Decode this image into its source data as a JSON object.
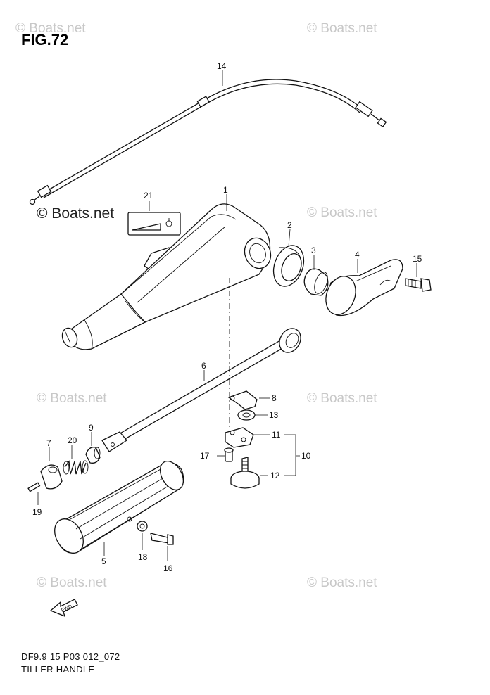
{
  "figure_title": "FIG.72",
  "watermarks": [
    "© Boats.net",
    "© Boats.net",
    "© Boats.net",
    "© Boats.net",
    "© Boats.net",
    "© Boats.net",
    "© Boats.net",
    "© Boats.net"
  ],
  "watermark_strong": "© Boats.net",
  "callouts": {
    "c1": "1",
    "c2": "2",
    "c3": "3",
    "c4": "4",
    "c5": "5",
    "c6": "6",
    "c7": "7",
    "c8": "8",
    "c9": "9",
    "c10": "10",
    "c11": "11",
    "c12": "12",
    "c13": "13",
    "c14": "14",
    "c15": "15",
    "c16": "16",
    "c17": "17",
    "c18": "18",
    "c19": "19",
    "c20": "20",
    "c21": "21"
  },
  "fwd_label": "FWD",
  "footer": {
    "code": "DF9.9 15 P03 012_072",
    "subtitle": "TILLER HANDLE"
  }
}
